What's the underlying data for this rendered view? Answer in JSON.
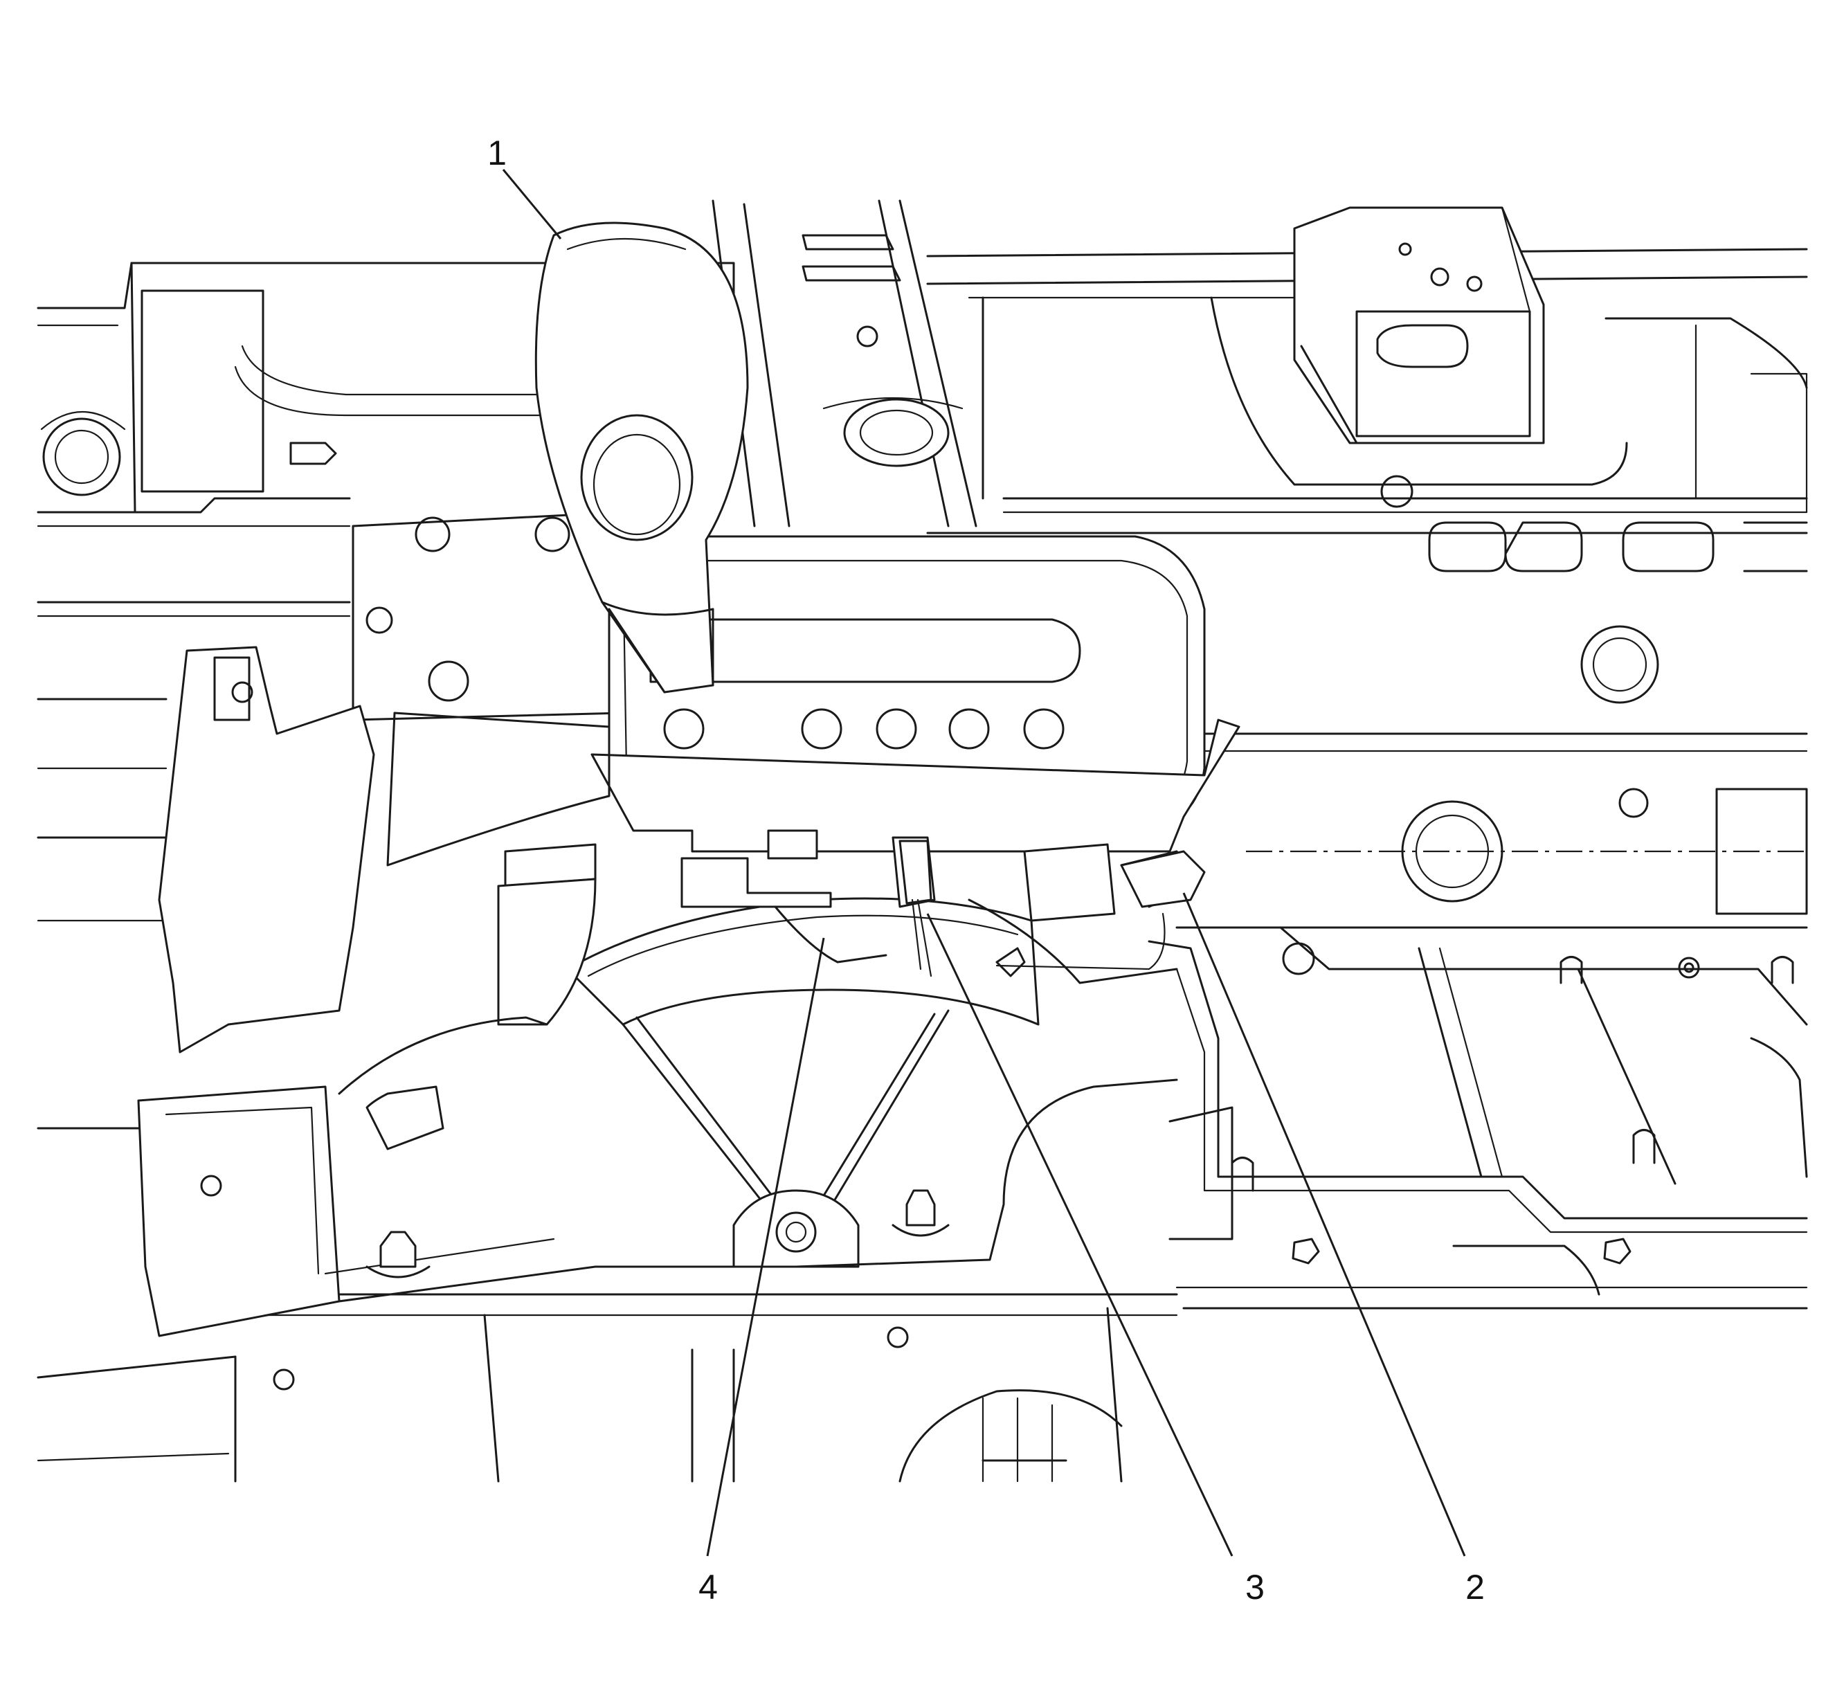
{
  "callouts": [
    {
      "id": "1",
      "label": "1"
    },
    {
      "id": "2",
      "label": "2"
    },
    {
      "id": "3",
      "label": "3"
    },
    {
      "id": "4",
      "label": "4"
    }
  ],
  "icons": {
    "diagram": "floor-console-shifter-illustration"
  }
}
